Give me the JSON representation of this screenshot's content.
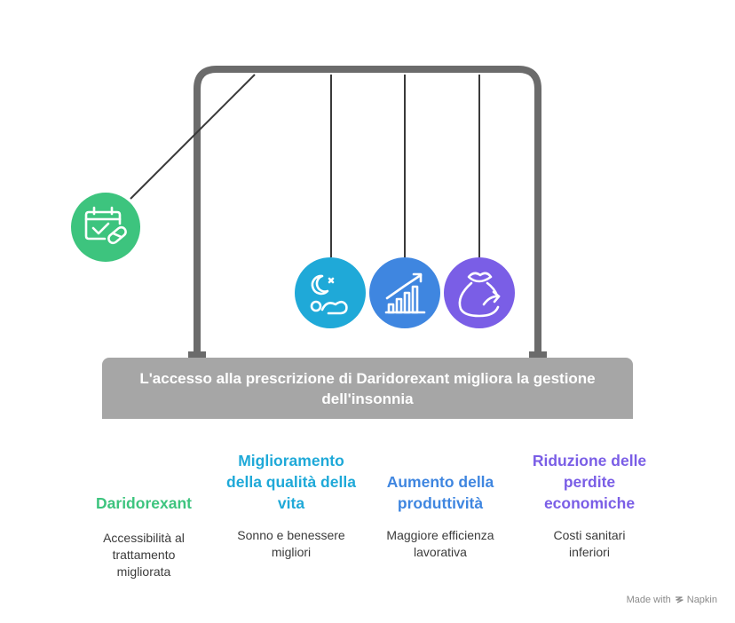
{
  "banner": {
    "text": "L'accesso alla prescrizione di Daridorexant migliora la gestione dell'insonnia"
  },
  "items": [
    {
      "title": "Daridorexant",
      "description": "Accessibilità al trattamento migliorata",
      "color": "#3dc47e",
      "icon": "calendar-check-pill-icon"
    },
    {
      "title": "Miglioramento della qualità della vita",
      "description": "Sonno e benessere migliori",
      "color": "#1fa9d8",
      "icon": "sleeping-person-moon-icon"
    },
    {
      "title": "Aumento della produttività",
      "description": "Maggiore efficienza lavorativa",
      "color": "#3f86e0",
      "icon": "bar-chart-growth-icon"
    },
    {
      "title": "Riduzione delle perdite economiche",
      "description": "Costi sanitari inferiori",
      "color": "#7a5ee6",
      "icon": "money-bag-icon"
    }
  ],
  "footer": {
    "made_with": "Made with",
    "brand": "Napkin"
  }
}
